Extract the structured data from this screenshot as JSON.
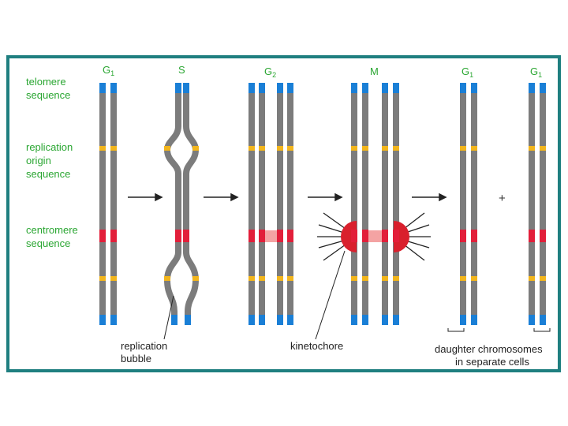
{
  "stages": [
    {
      "name": "G",
      "sub": "1"
    },
    {
      "name": "S",
      "sub": ""
    },
    {
      "name": "G",
      "sub": "2"
    },
    {
      "name": "M",
      "sub": ""
    },
    {
      "name": "G",
      "sub": "1"
    },
    {
      "name": "G",
      "sub": "1"
    }
  ],
  "labels": {
    "telomere": [
      "telomere",
      "sequence"
    ],
    "replication_origin": [
      "replication",
      "origin",
      "sequence"
    ],
    "centromere": [
      "centromere",
      "sequence"
    ],
    "replication_bubble": [
      "replication",
      "bubble"
    ],
    "kinetochore": "kinetochore",
    "daughter": [
      "daughter chromosomes",
      "in separate cells"
    ],
    "plus": "+"
  },
  "colors": {
    "frame": "#1f7f80",
    "chromatid": "#7c7c7c",
    "telomere": "#1a7fd6",
    "origin": "#f2b51c",
    "centromere": "#e21f3a",
    "cohesin": "#f4a3a3",
    "kinetochore": "#d9202d",
    "label": "#2aa632"
  }
}
